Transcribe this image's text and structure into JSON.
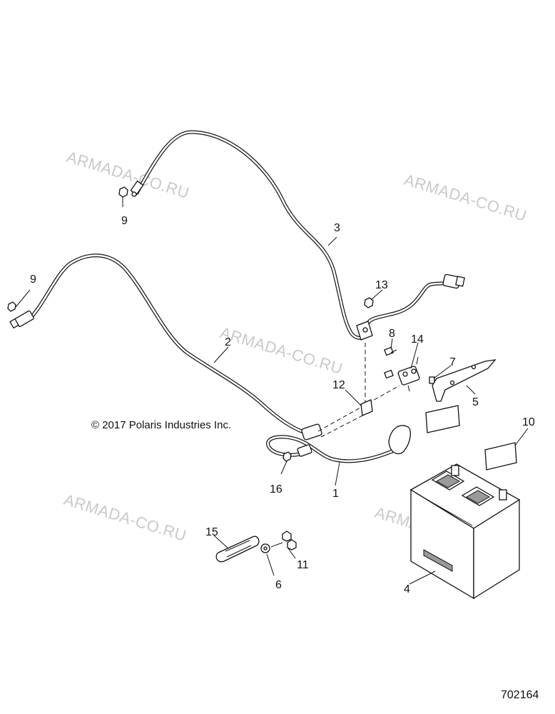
{
  "watermarks": [
    "ARMADA-CO.RU",
    "ARMADA-CO.RU",
    "ARMADA-CO.RU",
    "ARMADA-CO.RU",
    "ARMADA-CO.RU"
  ],
  "copyright": "© 2017 Polaris Industries Inc.",
  "figure_number": "702164",
  "callouts": {
    "c1": "1",
    "c2": "2",
    "c3": "3",
    "c4": "4",
    "c5": "5",
    "c6": "6",
    "c7": "7",
    "c8": "8",
    "c9a": "9",
    "c9b": "9",
    "c10": "10",
    "c11": "11",
    "c12": "12",
    "c13": "13",
    "c14": "14",
    "c15": "15",
    "c16": "16"
  }
}
